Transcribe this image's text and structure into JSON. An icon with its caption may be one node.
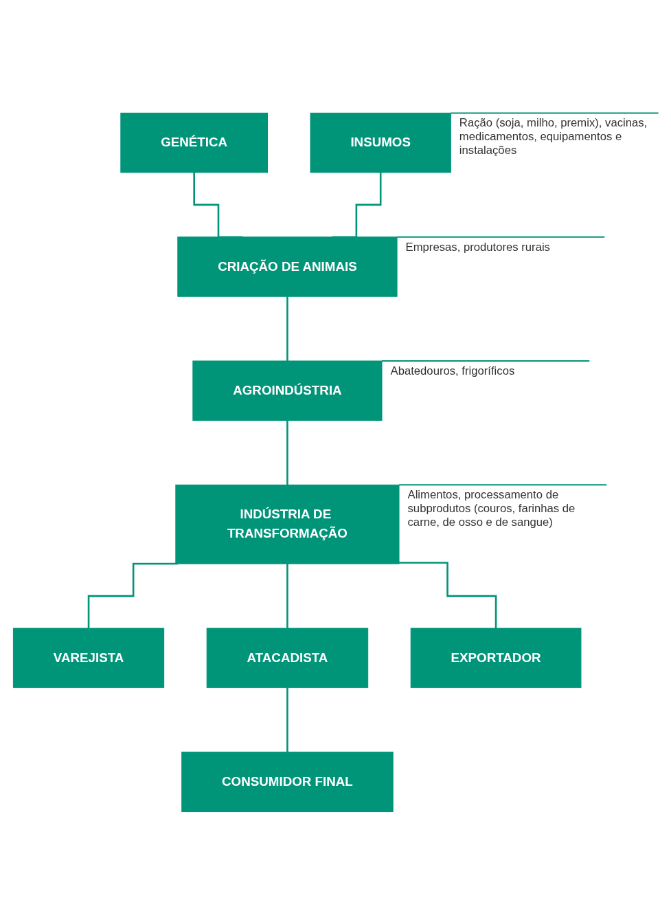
{
  "diagram": {
    "nodes": [
      {
        "text": [
          "GENÉTICA"
        ]
      },
      {
        "text": [
          "INSUMOS"
        ],
        "beside": [
          "Ração (soja, milho, premix), vacinas, medicamentos, equipamentos e instalações"
        ]
      },
      {
        "text": [
          "CRIAÇÃO DE ANIMAIS"
        ],
        "beside": [
          "Empresas, produtores rurais"
        ]
      },
      {
        "text": [
          "AGROINDÚSTRIA"
        ],
        "beside": [
          "Abatedouros, frigoríficos"
        ]
      },
      {
        "text": [
          "INDÚSTRIA DE TRANSFORMAÇÃO"
        ],
        "beside": [
          "Alimentos, processamento de subprodutos (couros, farinhas de carne, de osso e de sangue)"
        ]
      },
      {
        "text": [
          "VAREJISTA"
        ]
      },
      {
        "text": [
          "ATACADISTA"
        ]
      },
      {
        "text": [
          "EXPORTADOR"
        ]
      },
      {
        "text": [
          "CONSUMIDOR FINAL"
        ]
      }
    ],
    "edges": [
      {
        "from": 0,
        "to": 2,
        "arrow": "none"
      },
      {
        "from": 1,
        "to": 2,
        "arrow": "none"
      },
      {
        "from": 2,
        "to": 3,
        "arrow": "none"
      },
      {
        "from": 3,
        "to": 4,
        "arrow": "none"
      },
      {
        "from": 4,
        "to": 5,
        "arrow": "none"
      },
      {
        "from": 4,
        "to": 6,
        "arrow": "none"
      },
      {
        "from": 4,
        "to": 7,
        "arrow": "none"
      },
      {
        "from": 6,
        "to": 8,
        "arrow": "none"
      }
    ]
  }
}
